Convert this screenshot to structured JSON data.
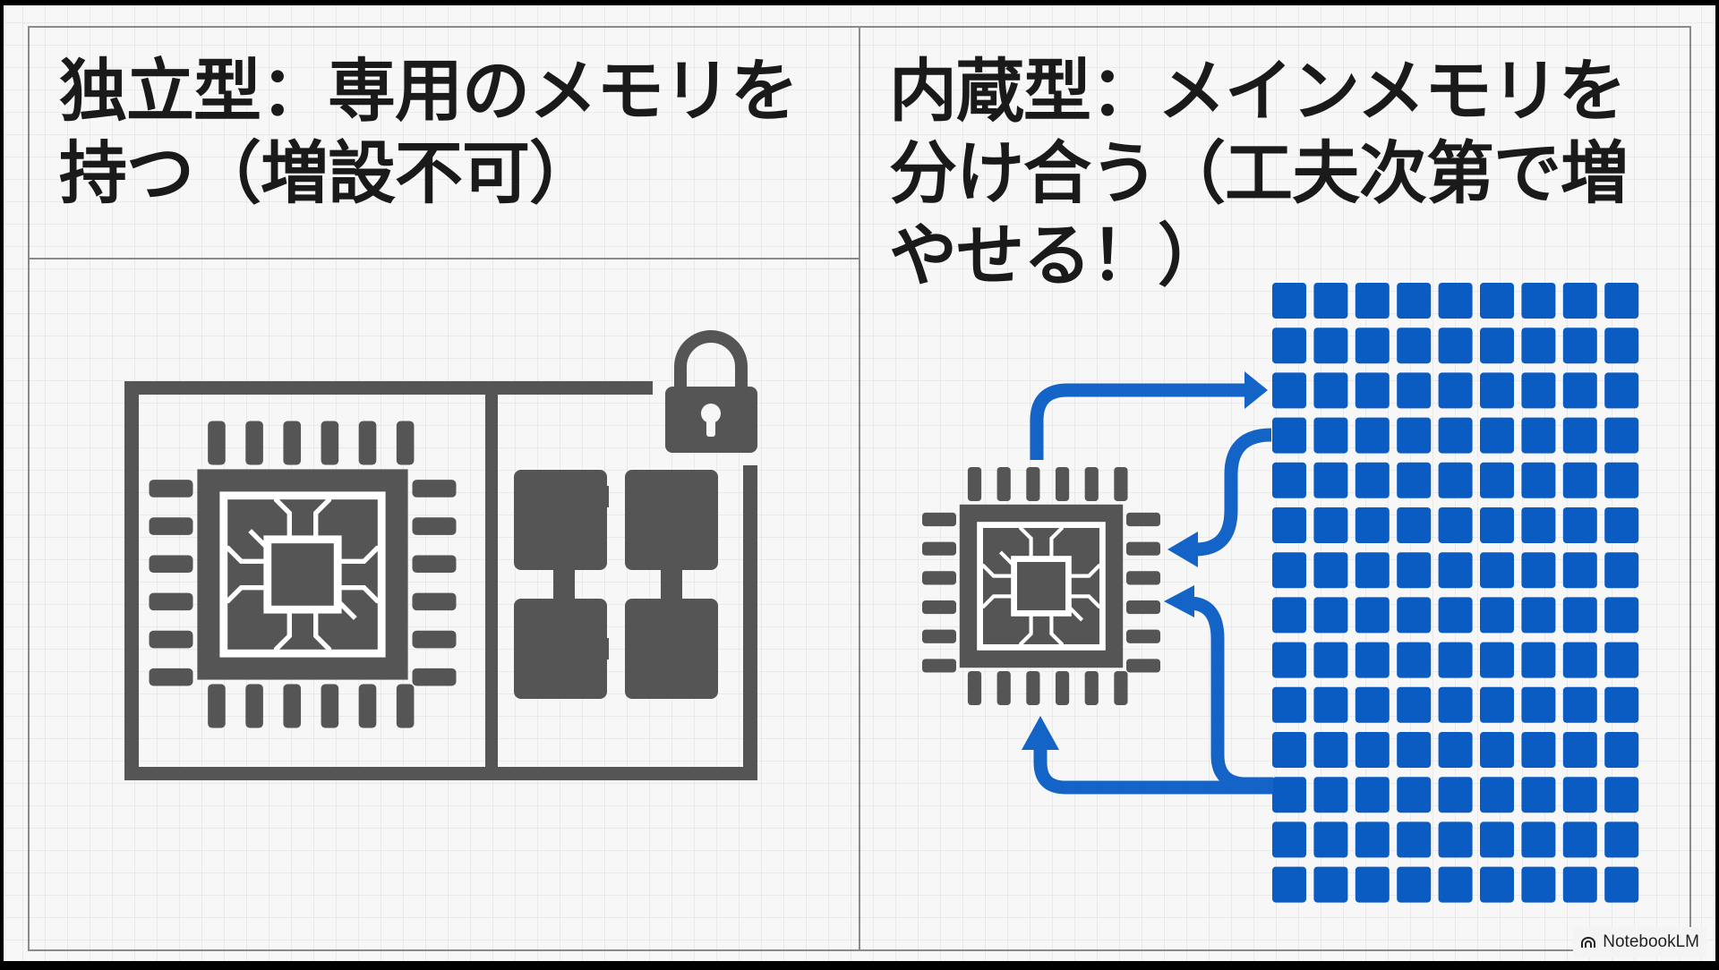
{
  "left_panel": {
    "title": "独立型：専用のメモリを持つ（増設不可）",
    "icons": {
      "chip": "cpu-chip-icon",
      "memory": "memory-block-icon",
      "lock": "padlock-icon"
    }
  },
  "right_panel": {
    "title": "内蔵型：メインメモリを分け合う（工夫次第で増やせる！）",
    "icons": {
      "chip": "cpu-chip-icon",
      "memory": "memory-grid-icon",
      "arrows": "arrow-icon"
    }
  },
  "brand": {
    "label": "NotebookLM",
    "icon": "notebooklm-logo-icon"
  },
  "colors": {
    "background": "#f7f7f7",
    "grid": "#dcdcdc",
    "divider": "#8a8a8a",
    "chip": "#555555",
    "memory_blue": "#0a5cc2",
    "arrow_blue": "#1464c8",
    "title_text": "#1a1a1a"
  }
}
